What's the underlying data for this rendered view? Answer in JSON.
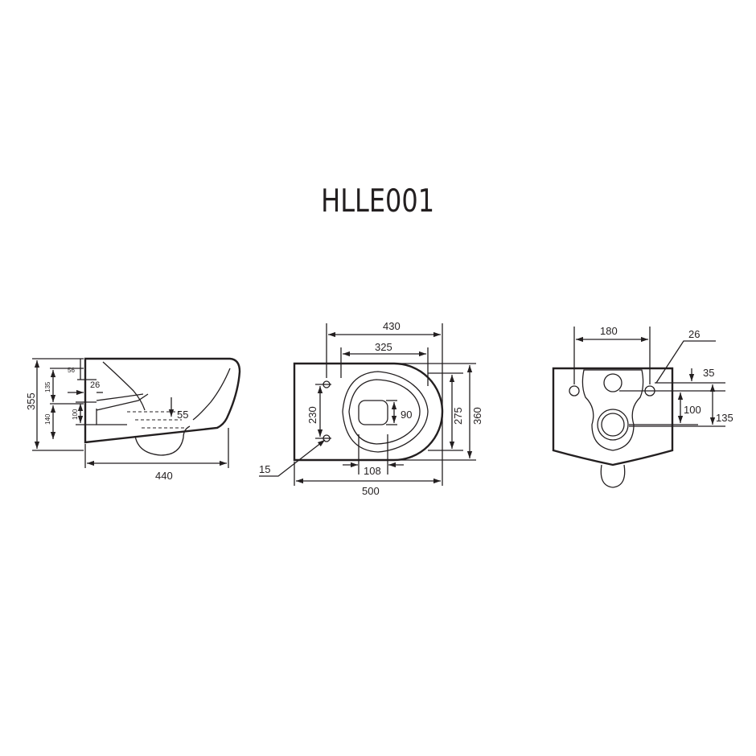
{
  "title": "HLLE001",
  "side_view": {
    "height_total": "355",
    "dim_56": "56",
    "dim_135": "135",
    "dim_140": "140",
    "dim_100": "100",
    "dim_26": "26",
    "dim_55": "55",
    "length": "440"
  },
  "top_view": {
    "width_outer": "430",
    "width_inner": "325",
    "bolt_spacing": "230",
    "inner_90": "90",
    "depth_275": "275",
    "depth_360": "360",
    "hole_15": "15",
    "outlet_108": "108",
    "length_500": "500"
  },
  "back_view": {
    "fixing_spacing": "180",
    "hole_26": "26",
    "dim_35": "35",
    "dim_100": "100",
    "dim_135": "135"
  }
}
